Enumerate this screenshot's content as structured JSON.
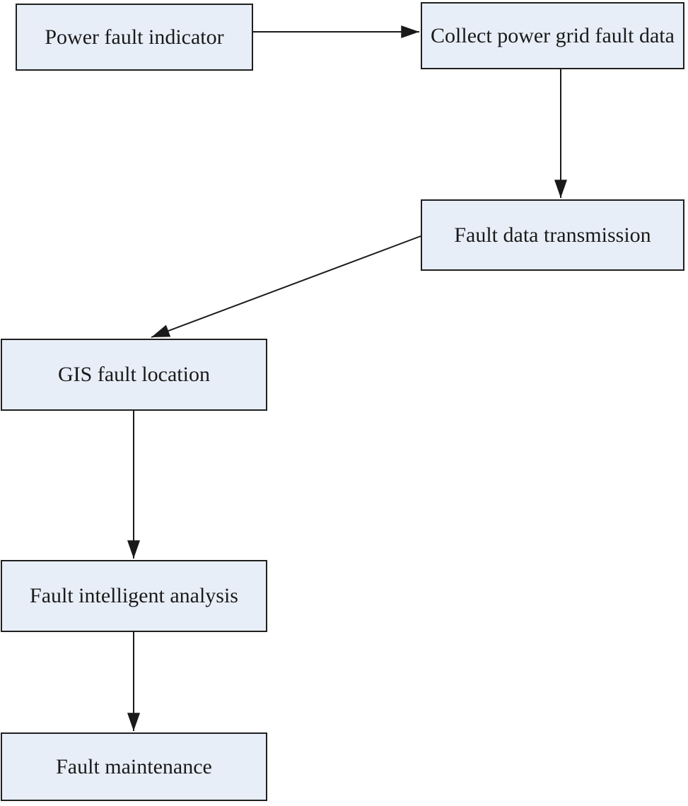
{
  "diagram": {
    "type": "flowchart",
    "colors": {
      "background": "#ffffff",
      "node_fill": "#e8eef8",
      "node_border": "#1f1f1f",
      "arrow": "#1a1a1a",
      "text": "#1a1a1a"
    }
  },
  "nodes": [
    {
      "id": "power-fault-indicator",
      "label": "Power fault indicator"
    },
    {
      "id": "collect-power-grid-fault-data",
      "label": "Collect power grid fault data"
    },
    {
      "id": "fault-data-transmission",
      "label": "Fault data transmission"
    },
    {
      "id": "gis-fault-location",
      "label": "GIS fault location"
    },
    {
      "id": "fault-intelligent-analysis",
      "label": "Fault intelligent analysis"
    },
    {
      "id": "fault-maintenance",
      "label": "Fault maintenance"
    }
  ],
  "edges": [
    {
      "from": "power-fault-indicator",
      "to": "collect-power-grid-fault-data",
      "direction": "right"
    },
    {
      "from": "collect-power-grid-fault-data",
      "to": "fault-data-transmission",
      "direction": "down"
    },
    {
      "from": "fault-data-transmission",
      "to": "gis-fault-location",
      "direction": "down-left"
    },
    {
      "from": "gis-fault-location",
      "to": "fault-intelligent-analysis",
      "direction": "down"
    },
    {
      "from": "fault-intelligent-analysis",
      "to": "fault-maintenance",
      "direction": "down"
    }
  ]
}
